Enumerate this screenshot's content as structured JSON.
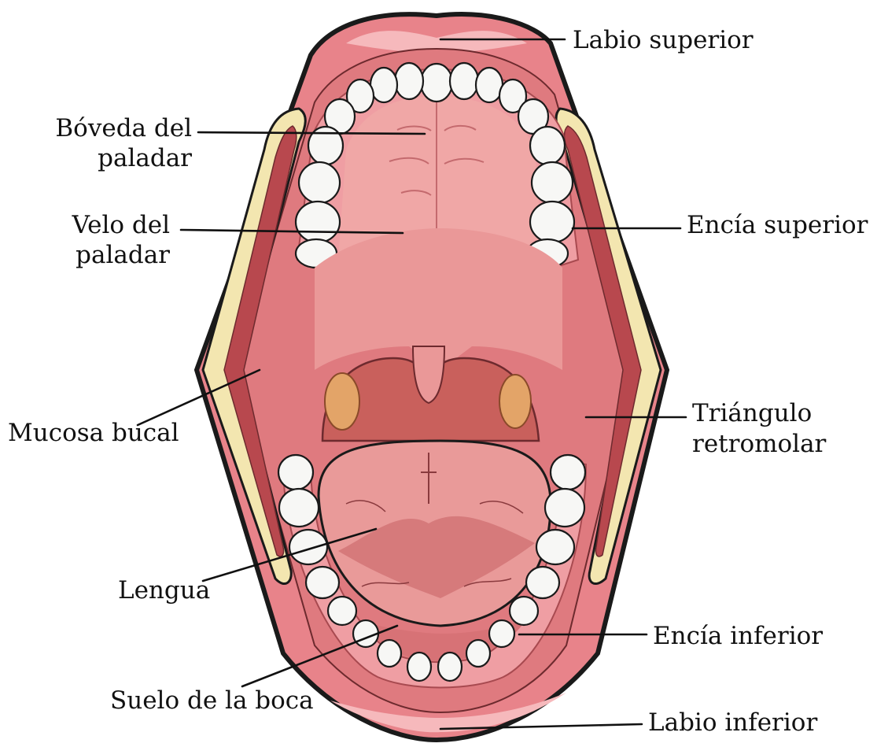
{
  "labels": {
    "labio_superior": "Labio superior",
    "boveda_line1": "Bóveda del",
    "boveda_line2": "paladar",
    "velo_line1": "Velo del",
    "velo_line2": "paladar",
    "encia_superior": "Encía superior",
    "mucosa_bucal": "Mucosa bucal",
    "triangulo_line1": "Triángulo",
    "triangulo_line2": "retromolar",
    "lengua": "Lengua",
    "encia_inferior": "Encía inferior",
    "suelo_boca": "Suelo de la boca",
    "labio_inferior": "Labio inferior"
  },
  "colors": {
    "outline": "#1a1a1a",
    "lip": "#e8838a",
    "lip_light": "#f6b9bc",
    "oral_cavity": "#df7a7f",
    "palate": "#f0a7a6",
    "soft_palate": "#ea9898",
    "throat": "#c9605c",
    "tonsil": "#e3a468",
    "tongue": "#e99a99",
    "tongue_dark": "#cf6f72",
    "tooth": "#f7f7f5",
    "fat": "#f3e6b0",
    "muscle": "#b8484e",
    "gum": "#ef9ea3"
  }
}
